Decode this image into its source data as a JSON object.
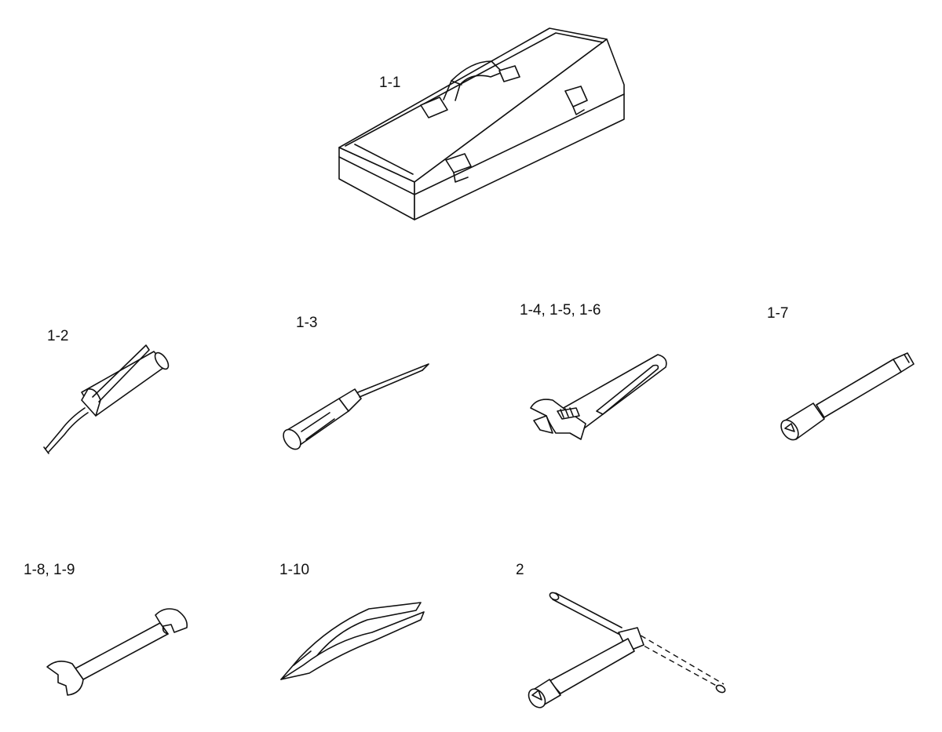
{
  "items": [
    {
      "key": "toolbox",
      "label": "1-1"
    },
    {
      "key": "grease-gun",
      "label": "1-2"
    },
    {
      "key": "screwdriver",
      "label": "1-3"
    },
    {
      "key": "adjustable-wrench",
      "label": "1-4, 1-5, 1-6"
    },
    {
      "key": "socket-extension",
      "label": "1-7"
    },
    {
      "key": "open-end-wrench",
      "label": "1-8, 1-9"
    },
    {
      "key": "pliers",
      "label": "1-10"
    },
    {
      "key": "t-handle-socket-wrench",
      "label": "2"
    }
  ],
  "colors": {
    "line": "#111111",
    "background": "#ffffff"
  }
}
